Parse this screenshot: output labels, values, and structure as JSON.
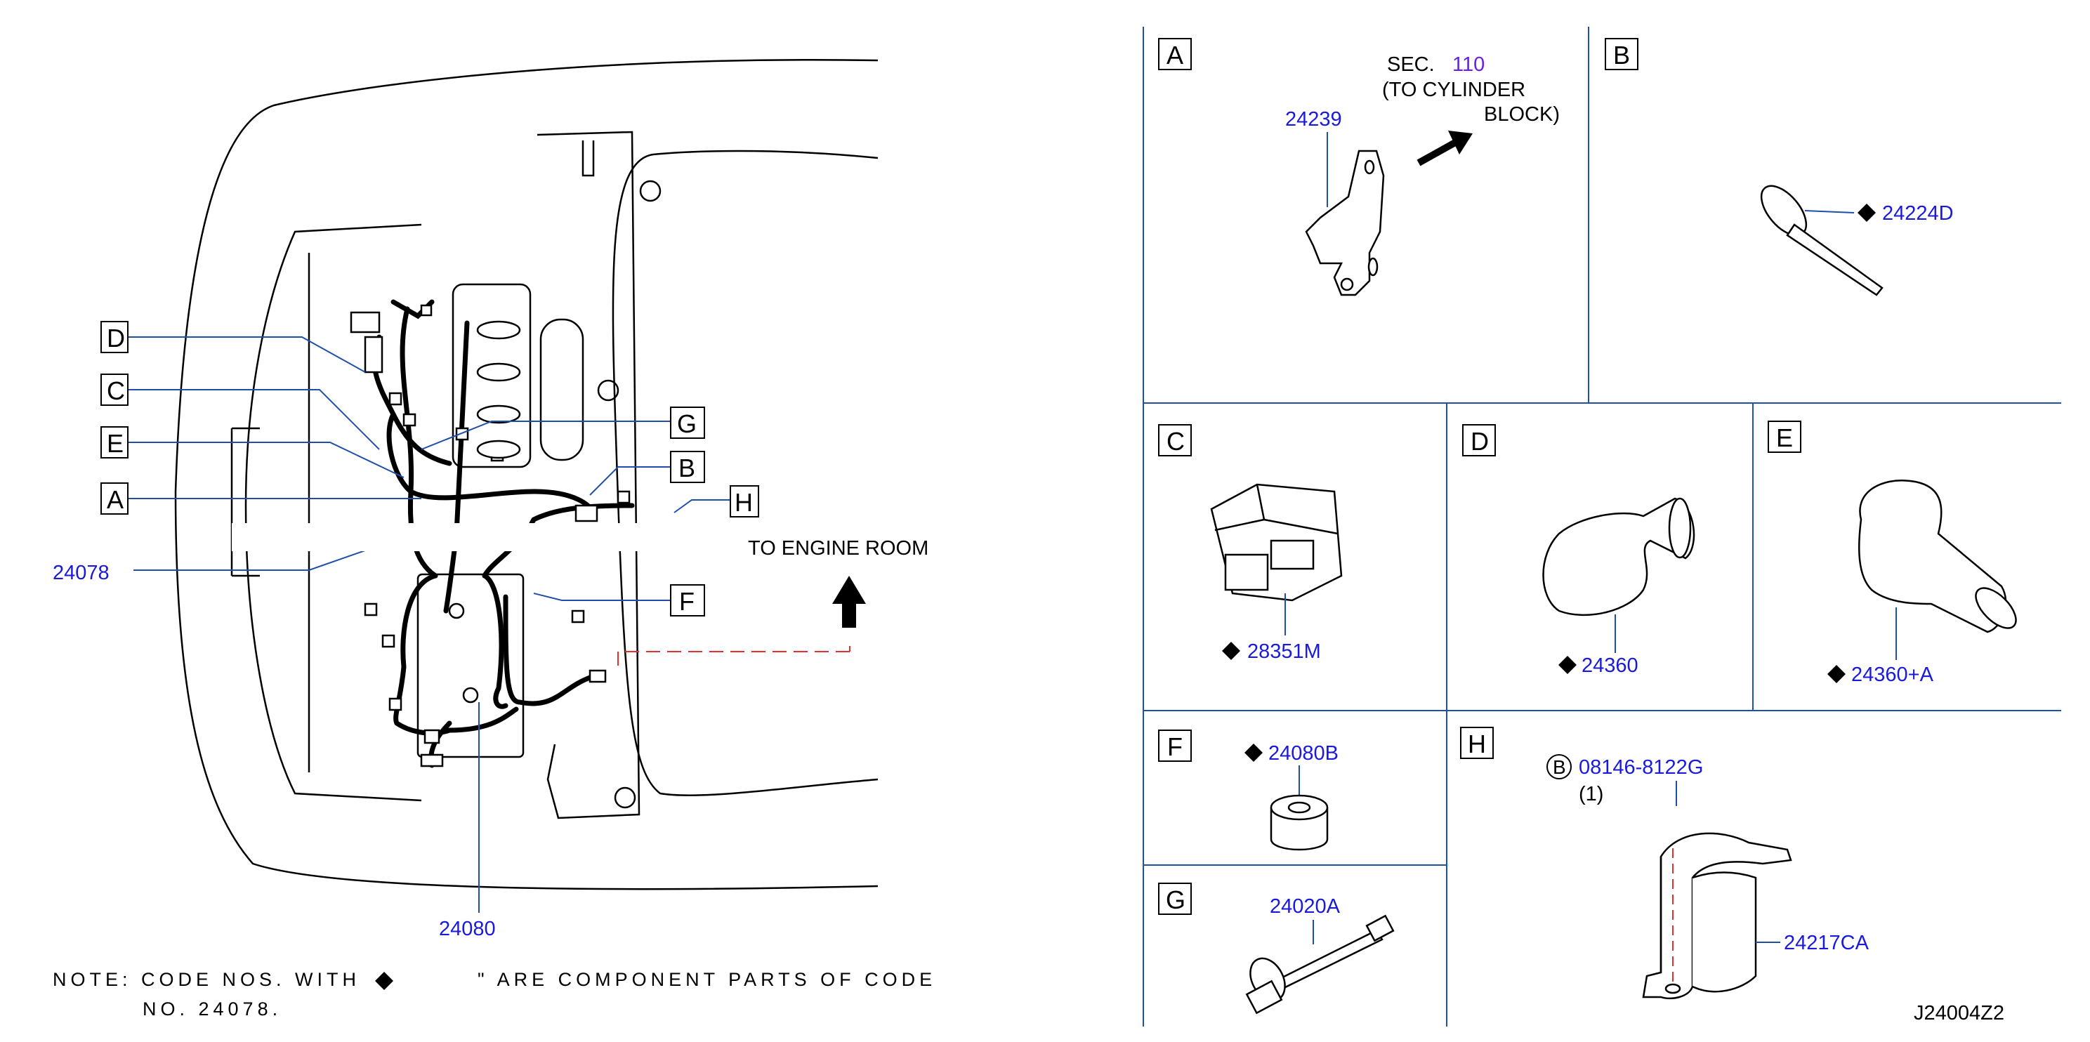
{
  "callouts": {
    "A": "A",
    "B": "B",
    "C": "C",
    "D": "D",
    "E": "E",
    "F": "F",
    "G": "G",
    "H": "H"
  },
  "main": {
    "harness_code": "24078",
    "cover_code": "24080",
    "to_engine_room": "TO ENGINE ROOM"
  },
  "panels": {
    "A": {
      "sec_prefix": "SEC.",
      "sec_number": "110",
      "ref_line1": "(TO  CYLINDER",
      "ref_line2": "BLOCK)",
      "part": "24239"
    },
    "B": {
      "part": "24224D"
    },
    "C": {
      "part": "28351M"
    },
    "D": {
      "part": "24360"
    },
    "E": {
      "part": "24360+A"
    },
    "F": {
      "part": "24080B"
    },
    "G": {
      "part": "24020A"
    },
    "H": {
      "bolt_symbol": "B",
      "bolt": "08146-8122G",
      "qty": "(1)",
      "part": "24217CA"
    }
  },
  "note": {
    "line1_a": "NOTE:  CODE  NOS.  WITH",
    "line1_b": "\"  ARE  COMPONENT  PARTS  OF  CODE",
    "line2": "NO.  24078."
  },
  "diagram_id": "J24004Z2",
  "colors": {
    "part_number": "#1a1adc",
    "section_number": "#6a1ee6",
    "leader": "#1f4fa8",
    "phantom": "#e23030"
  }
}
